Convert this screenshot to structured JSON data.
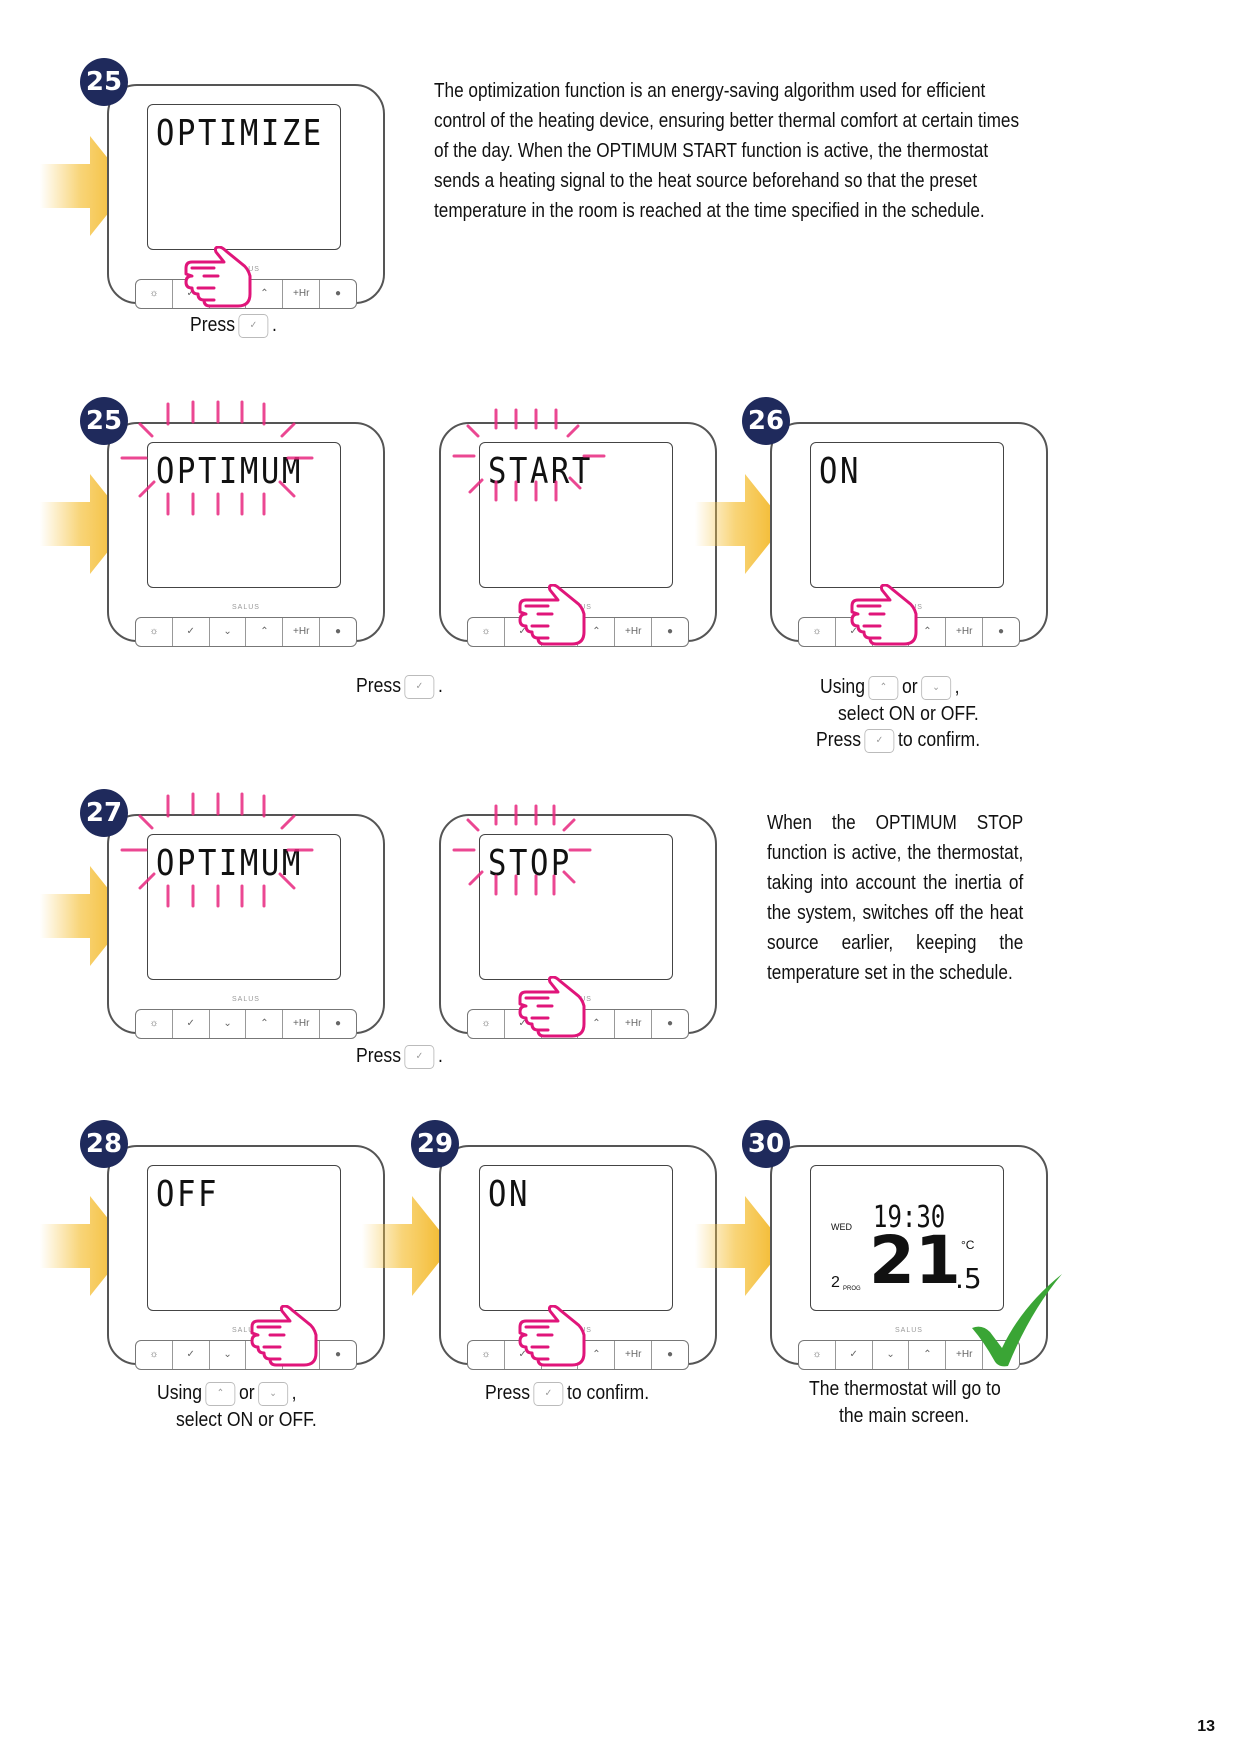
{
  "page_number": "13",
  "brand": "SALUS",
  "device_buttons": [
    "☼",
    "✓",
    "⌄",
    "⌃",
    "+Hr",
    "●"
  ],
  "para_intro": "The optimization function is an energy-saving algorithm used for efficient control of the heating device, ensuring better thermal comfort at certain times of the day. When the OPTIMUM START function is active, the thermostat sends a heating signal to the heat source beforehand so that the preset temperature in the room is reached at the time specified in the schedule.",
  "para_stop": "When the OPTIMUM STOP function is active, the thermostat, taking into account the inertia of the system, switches off the heat source earlier, keeping the temperature set in the schedule.",
  "steps": {
    "s25a": {
      "badge": "25",
      "lcd": "OPTIMIZE"
    },
    "s25b": {
      "badge": "25",
      "lcd": "OPTIMUM"
    },
    "s25c": {
      "lcd": "START"
    },
    "s26": {
      "badge": "26",
      "lcd": "ON"
    },
    "s27a": {
      "badge": "27",
      "lcd": "OPTIMUM"
    },
    "s27b": {
      "lcd": "STOP"
    },
    "s28": {
      "badge": "28",
      "lcd": "OFF"
    },
    "s29": {
      "badge": "29",
      "lcd": "ON"
    },
    "s30": {
      "badge": "30",
      "time": "19:30",
      "day": "WED",
      "temp_main": "21",
      "temp_dec": ".5",
      "unit": "°C",
      "prog": "2",
      "prog_label": "PROG"
    }
  },
  "captions": {
    "press": "Press",
    "period": ".",
    "using": "Using",
    "or": "or",
    "comma": ",",
    "select_on_off": "select ON or OFF.",
    "to_confirm": "to confirm.",
    "main_screen_1": "The thermostat will go to",
    "main_screen_2": "the main screen."
  },
  "colors": {
    "badge": "#1f2a5c",
    "arrow": "#f6c64a",
    "hand": "#e0157a",
    "blink": "#e8287f",
    "check": "#3aa535"
  }
}
